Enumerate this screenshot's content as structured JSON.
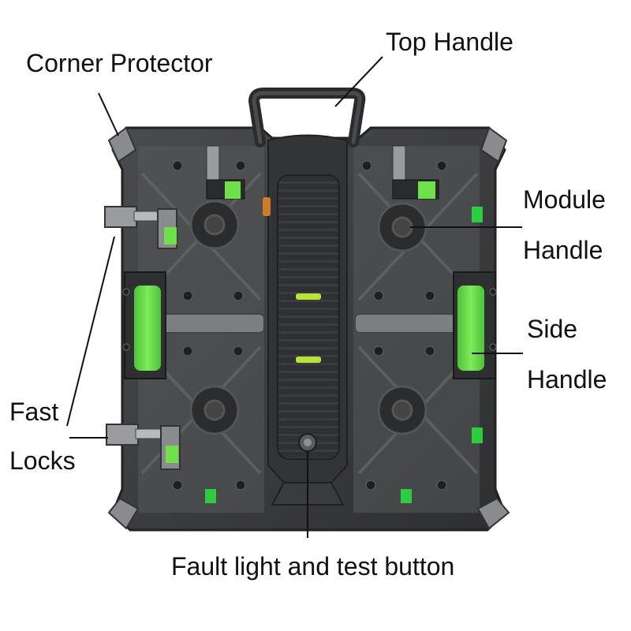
{
  "labels": {
    "corner_protector": "Corner Protector",
    "top_handle": "Top Handle",
    "module": "Module",
    "module_handle": "Handle",
    "side": "Side",
    "side_handle": "Handle",
    "fast": "Fast",
    "locks": "Locks",
    "fault_light": "Fault light and test button"
  },
  "colors": {
    "cabinet": "#3a3b3d",
    "accent_green": "#6ee04a",
    "frame": "#2a2b2d"
  }
}
